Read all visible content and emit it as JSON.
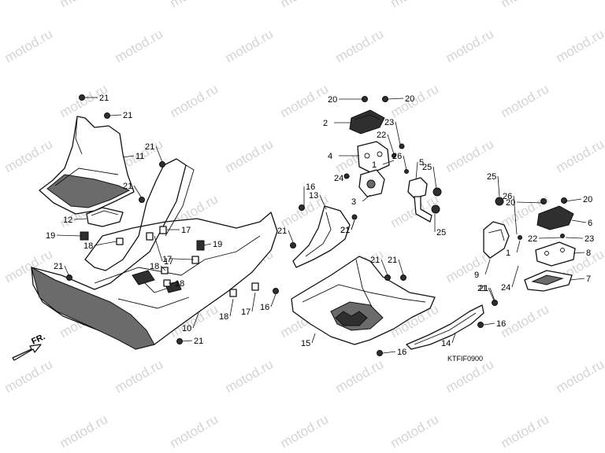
{
  "watermark": "motod.ru",
  "diagram_code": "KTFIF0900",
  "front_marker": "FR.",
  "callouts": [
    {
      "id": "c1",
      "label": "21"
    },
    {
      "id": "c2",
      "label": "21"
    },
    {
      "id": "c3",
      "label": "11"
    },
    {
      "id": "c4",
      "label": "21"
    },
    {
      "id": "c5",
      "label": "21"
    },
    {
      "id": "c6",
      "label": "12"
    },
    {
      "id": "c7",
      "label": "19"
    },
    {
      "id": "c8",
      "label": "18"
    },
    {
      "id": "c9",
      "label": "17"
    },
    {
      "id": "c10",
      "label": "17"
    },
    {
      "id": "c11",
      "label": "19"
    },
    {
      "id": "c12",
      "label": "21"
    },
    {
      "id": "c13",
      "label": "17"
    },
    {
      "id": "c14",
      "label": "18"
    },
    {
      "id": "c15",
      "label": "18"
    },
    {
      "id": "c16",
      "label": "10"
    },
    {
      "id": "c17",
      "label": "18"
    },
    {
      "id": "c18",
      "label": "17"
    },
    {
      "id": "c19",
      "label": "21"
    },
    {
      "id": "c20",
      "label": "21"
    },
    {
      "id": "c21",
      "label": "16"
    },
    {
      "id": "c22",
      "label": "13"
    },
    {
      "id": "c23",
      "label": "21"
    },
    {
      "id": "c24",
      "label": "20"
    },
    {
      "id": "c25",
      "label": "20"
    },
    {
      "id": "c26",
      "label": "2"
    },
    {
      "id": "c27",
      "label": "23"
    },
    {
      "id": "c28",
      "label": "22"
    },
    {
      "id": "c29",
      "label": "4"
    },
    {
      "id": "c30",
      "label": "26"
    },
    {
      "id": "c31",
      "label": "5"
    },
    {
      "id": "c32",
      "label": "25"
    },
    {
      "id": "c33",
      "label": "1"
    },
    {
      "id": "c34",
      "label": "24"
    },
    {
      "id": "c35",
      "label": "3"
    },
    {
      "id": "c36",
      "label": "21"
    },
    {
      "id": "c37",
      "label": "25"
    },
    {
      "id": "c38",
      "label": "16"
    },
    {
      "id": "c39",
      "label": "21"
    },
    {
      "id": "c40",
      "label": "21"
    },
    {
      "id": "c41",
      "label": "15"
    },
    {
      "id": "c42",
      "label": "16"
    },
    {
      "id": "c43",
      "label": "21"
    },
    {
      "id": "c44",
      "label": "16"
    },
    {
      "id": "c45",
      "label": "14"
    },
    {
      "id": "c46",
      "label": "25"
    },
    {
      "id": "c47",
      "label": "20"
    },
    {
      "id": "c48",
      "label": "20"
    },
    {
      "id": "c49",
      "label": "6"
    },
    {
      "id": "c50",
      "label": "26"
    },
    {
      "id": "c51",
      "label": "22"
    },
    {
      "id": "c52",
      "label": "23"
    },
    {
      "id": "c53",
      "label": "8"
    },
    {
      "id": "c54",
      "label": "1"
    },
    {
      "id": "c55",
      "label": "9"
    },
    {
      "id": "c56",
      "label": "24"
    },
    {
      "id": "c57",
      "label": "7"
    },
    {
      "id": "c58",
      "label": "21"
    }
  ]
}
